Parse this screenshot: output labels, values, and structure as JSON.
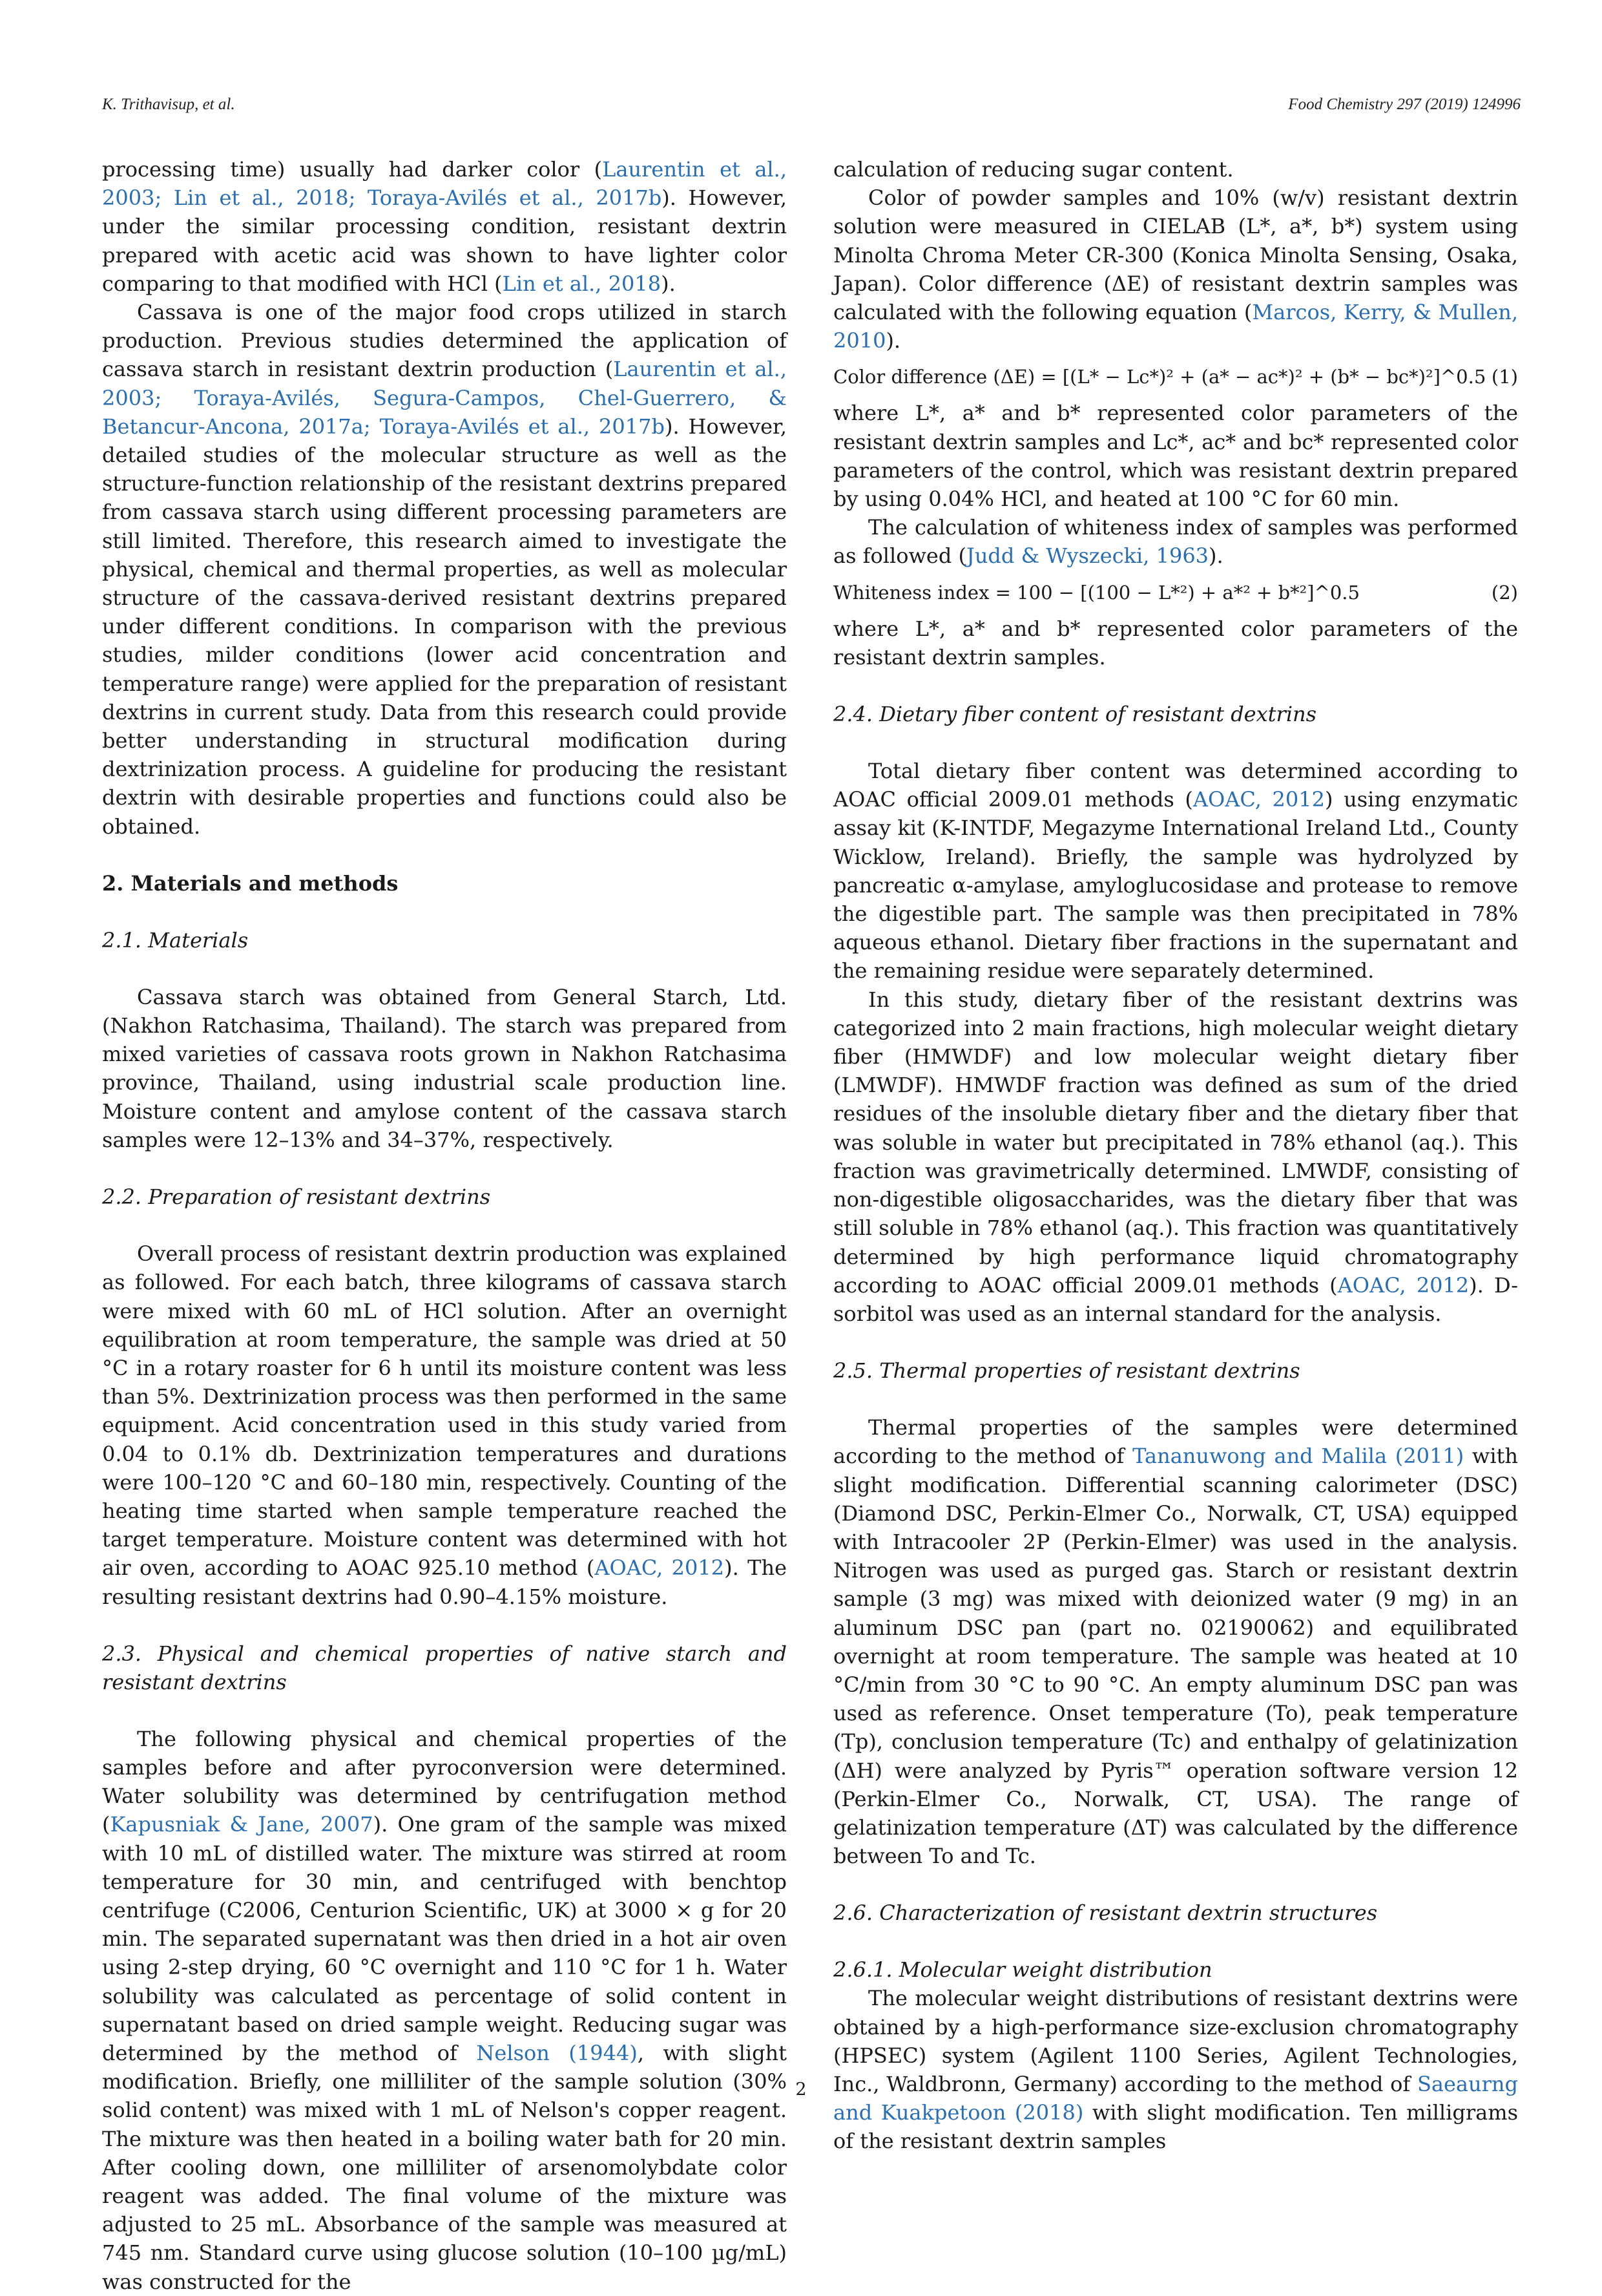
{
  "header": {
    "left": "K. Trithavisup, et al.",
    "right": "Food Chemistry 297 (2019) 124996"
  },
  "left": {
    "p1": [
      "processing time) usually had darker color (",
      "Laurentin et al., 2003; Lin et al., 2018; Toraya-Avilés et al., 2017b",
      "). However, under the similar processing condition, resistant dextrin prepared with acetic acid was shown to have lighter color comparing to that modified with HCl (",
      "Lin et al., 2018",
      ")."
    ],
    "p2": [
      "Cassava is one of the major food crops utilized in starch production. Previous studies determined the application of cassava starch in resistant dextrin production (",
      "Laurentin et al., 2003; Toraya-Avilés, Segura-Campos, Chel-Guerrero, & Betancur-Ancona, 2017a; Toraya-Avilés et al., 2017b",
      "). However, detailed studies of the molecular structure as well as the structure-function relationship of the resistant dextrins prepared from cassava starch using different processing parameters are still limited. Therefore, this research aimed to investigate the physical, chemical and thermal properties, as well as molecular structure of the cassava-derived resistant dextrins prepared under different conditions. In comparison with the previous studies, milder conditions (lower acid concentration and temperature range) were applied for the preparation of resistant dextrins in current study. Data from this research could provide better understanding in structural modification during dextrinization process. A guideline for producing the resistant dextrin with desirable properties and functions could also be obtained."
    ],
    "s2": "2.  Materials and methods",
    "s21": "2.1.  Materials",
    "p3": "Cassava starch was obtained from General Starch, Ltd. (Nakhon Ratchasima, Thailand). The starch was prepared from mixed varieties of cassava roots grown in Nakhon Ratchasima province, Thailand, using industrial scale production line. Moisture content and amylose content of the cassava starch samples were 12–13% and 34–37%, respectively.",
    "s22": "2.2.  Preparation of resistant dextrins",
    "p4": [
      "Overall process of resistant dextrin production was explained as followed. For each batch, three kilograms of cassava starch were mixed with 60 mL of HCl solution. After an overnight equilibration at room temperature, the sample was dried at 50 °C in a rotary roaster for 6 h until its moisture content was less than 5%. Dextrinization process was then performed in the same equipment. Acid concentration used in this study varied from 0.04 to 0.1% db. Dextrinization temperatures and durations were 100–120 °C and 60–180 min, respectively. Counting of the heating time started when sample temperature reached the target temperature. Moisture content was determined with hot air oven, according to AOAC 925.10 method (",
      "AOAC, 2012",
      "). The resulting resistant dextrins had 0.90–4.15% moisture."
    ],
    "s23": "2.3.  Physical and chemical properties of native starch and resistant dextrins",
    "p5": [
      "The following physical and chemical properties of the samples before and after pyroconversion were determined. Water solubility was determined by centrifugation method (",
      "Kapusniak & Jane, 2007",
      "). One gram of the sample was mixed with 10 mL of distilled water. The mixture was stirred at room temperature for 30 min, and centrifuged with benchtop centrifuge (C2006, Centurion Scientific, UK) at 3000 × g for 20 min. The separated supernatant was then dried in a hot air oven using 2-step drying, 60 °C overnight and 110 °C for 1 h. Water solubility was calculated as percentage of solid content in supernatant based on dried sample weight. Reducing sugar was determined by the method of ",
      "Nelson (1944)",
      ", with slight modification. Briefly, one milliliter of the sample solution (30% solid content) was mixed with 1 mL of Nelson's copper reagent. The mixture was then heated in a boiling water bath for 20 min. After cooling down, one milliliter of arsenomolybdate color reagent was added. The final volume of the mixture was adjusted to 25 mL. Absorbance of the sample was measured at 745 nm. Standard curve using glucose solution (10–100 µg/mL) was constructed for the"
    ]
  },
  "right": {
    "p1": "calculation of reducing sugar content.",
    "p2": [
      "Color of powder samples and 10% (w/v) resistant dextrin solution were measured in CIELAB (L*, a*, b*) system using Minolta Chroma Meter CR-300 (Konica Minolta Sensing, Osaka, Japan). Color difference (ΔE) of resistant dextrin samples was calculated with the following equation (",
      "Marcos, Kerry, & Mullen, 2010",
      ")."
    ],
    "eq1": "Color difference (ΔE) = [(L* − Lc*)² + (a* − ac*)² + (b* − bc*)²]^0.5",
    "eq1_num": "(1)",
    "p3": "where L*, a* and b* represented color parameters of the resistant dextrin samples and Lc*, ac* and bc* represented color parameters of the control, which was resistant dextrin prepared by using 0.04% HCl, and heated at 100 °C for 60 min.",
    "p4": [
      "The calculation of whiteness index of samples was performed as followed (",
      "Judd & Wyszecki, 1963",
      ")."
    ],
    "eq2": "Whiteness index = 100 − [(100 − L*²) + a*² + b*²]^0.5",
    "eq2_num": "(2)",
    "p5": "where L*, a* and b* represented color parameters of the resistant dextrin samples.",
    "s24": "2.4.  Dietary fiber content of resistant dextrins",
    "p6": [
      "Total dietary fiber content was determined according to AOAC official 2009.01 methods (",
      "AOAC, 2012",
      ") using enzymatic assay kit (K-INTDF, Megazyme International Ireland Ltd., County Wicklow, Ireland). Briefly, the sample was hydrolyzed by pancreatic α-amylase, amyloglucosidase and protease to remove the digestible part. The sample was then precipitated in 78% aqueous ethanol. Dietary fiber fractions in the supernatant and the remaining residue were separately determined."
    ],
    "p7": [
      "In this study, dietary fiber of the resistant dextrins was categorized into 2 main fractions, high molecular weight dietary fiber (HMWDF) and low molecular weight dietary fiber (LMWDF). HMWDF fraction was defined as sum of the dried residues of the insoluble dietary fiber and the dietary fiber that was soluble in water but precipitated in 78% ethanol (aq.). This fraction was gravimetrically determined. LMWDF, consisting of non-digestible oligosaccharides, was the dietary fiber that was still soluble in 78% ethanol (aq.). This fraction was quantitatively determined by high performance liquid chromatography according to AOAC official 2009.01 methods (",
      "AOAC, 2012",
      "). D-sorbitol was used as an internal standard for the analysis."
    ],
    "s25": "2.5.  Thermal properties of resistant dextrins",
    "p8": [
      "Thermal properties of the samples were determined according to the method of ",
      "Tananuwong and Malila (2011)",
      " with slight modification. Differential scanning calorimeter (DSC) (Diamond DSC, Perkin-Elmer Co., Norwalk, CT, USA) equipped with Intracooler 2P (Perkin-Elmer) was used in the analysis. Nitrogen was used as purged gas. Starch or resistant dextrin sample (3 mg) was mixed with deionized water (9 mg) in an aluminum DSC pan (part no. 02190062) and equilibrated overnight at room temperature. The sample was heated at 10 °C/min from 30 °C to 90 °C. An empty aluminum DSC pan was used as reference. Onset temperature (To), peak temperature (Tp), conclusion temperature (Tc) and enthalpy of gelatinization (ΔH) were analyzed by Pyris™ operation software version 12 (Perkin-Elmer Co., Norwalk, CT, USA). The range of gelatinization temperature (ΔT) was calculated by the difference between To and Tc."
    ],
    "s26": "2.6.  Characterization of resistant dextrin structures",
    "s261": "2.6.1.  Molecular weight distribution",
    "p9": [
      "The molecular weight distributions of resistant dextrins were obtained by a high-performance size-exclusion chromatography (HPSEC) system (Agilent 1100 Series, Agilent Technologies, Inc., Waldbronn, Germany) according to the method of ",
      "Saeaurng and Kuakpetoon (2018)",
      " with slight modification. Ten milligrams of the resistant dextrin samples"
    ]
  },
  "page_number": "2"
}
